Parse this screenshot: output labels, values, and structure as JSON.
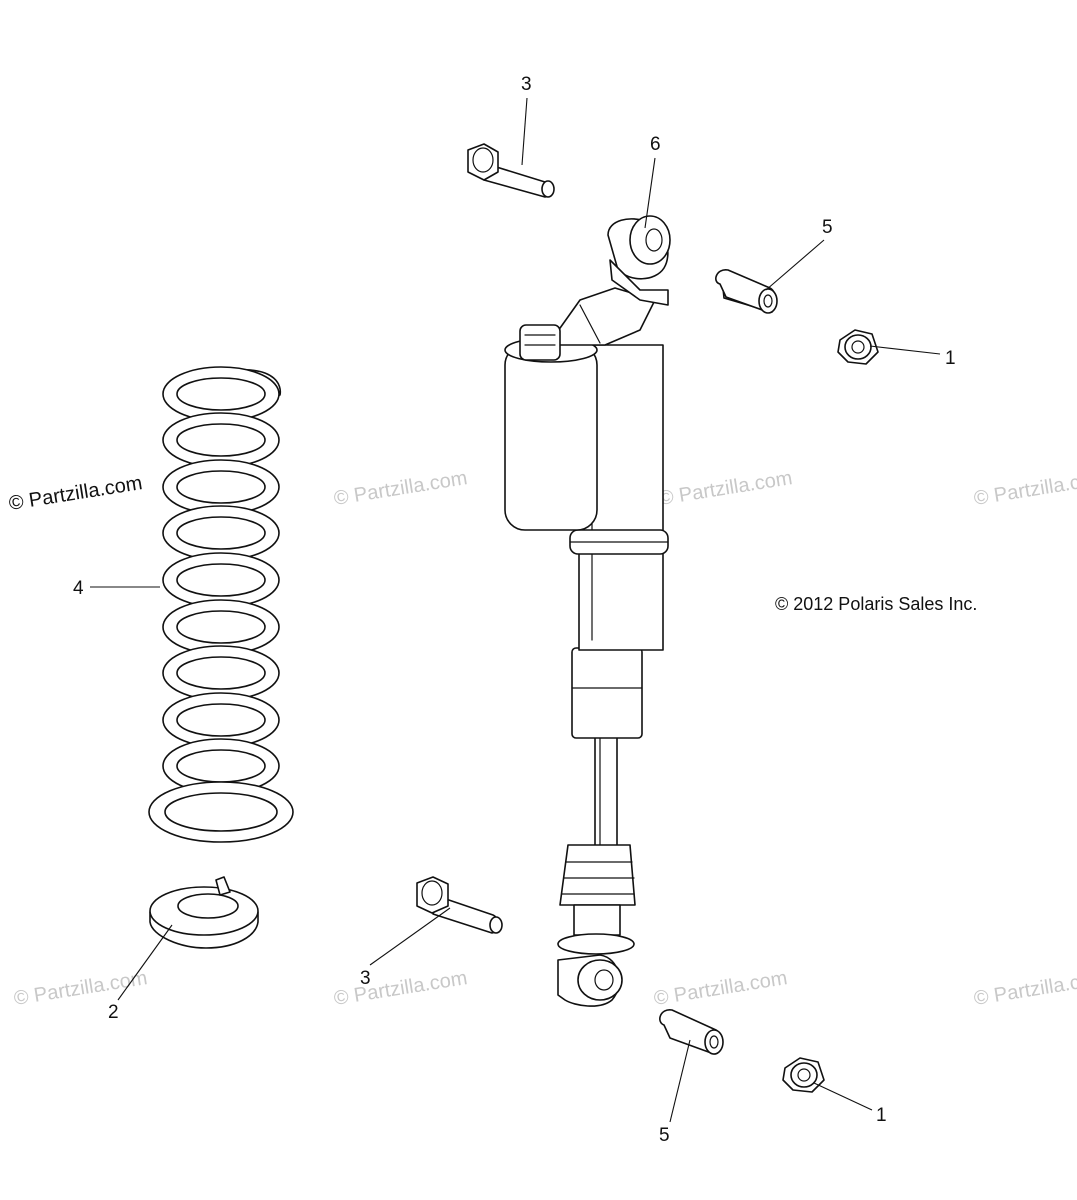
{
  "diagram": {
    "copyright": "© 2012 Polaris Sales Inc.",
    "watermark": "© Partzilla.com",
    "callouts": {
      "nut_top": "1",
      "nut_bottom": "1",
      "spring_retainer": "2",
      "bolt_top": "3",
      "bolt_bottom": "3",
      "spring": "4",
      "bushing_top": "5",
      "bushing_bottom": "5",
      "shock": "6"
    }
  }
}
